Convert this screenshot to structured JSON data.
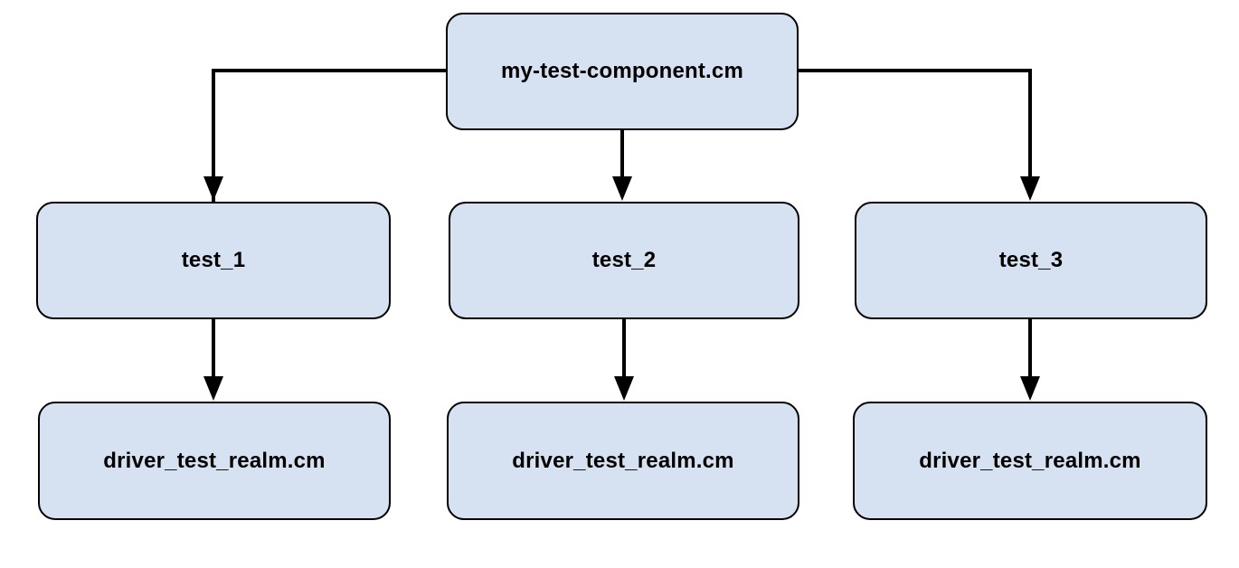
{
  "diagram": {
    "type": "tree",
    "colors": {
      "node_fill": "#d6e1f2",
      "node_border": "#000000",
      "edge": "#000000",
      "background": "#ffffff",
      "text": "#000000"
    },
    "nodes": {
      "root": {
        "label": "my-test-component.cm"
      },
      "test_1": {
        "label": "test_1"
      },
      "test_2": {
        "label": "test_2"
      },
      "test_3": {
        "label": "test_3"
      },
      "driver_1": {
        "label": "driver_test_realm.cm"
      },
      "driver_2": {
        "label": "driver_test_realm.cm"
      },
      "driver_3": {
        "label": "driver_test_realm.cm"
      }
    },
    "edges": [
      {
        "from": "my-test-component.cm",
        "to": "test_1"
      },
      {
        "from": "my-test-component.cm",
        "to": "test_2"
      },
      {
        "from": "my-test-component.cm",
        "to": "test_3"
      },
      {
        "from": "test_1",
        "to": "driver_test_realm.cm"
      },
      {
        "from": "test_2",
        "to": "driver_test_realm.cm"
      },
      {
        "from": "test_3",
        "to": "driver_test_realm.cm"
      }
    ]
  }
}
